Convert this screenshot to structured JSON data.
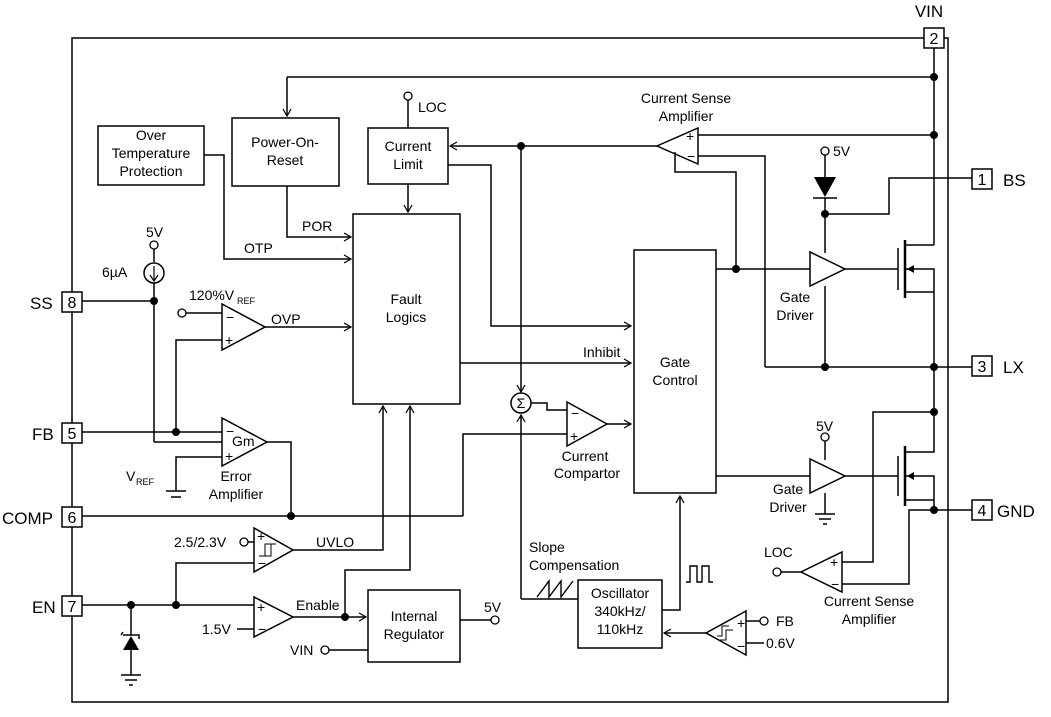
{
  "pins": {
    "vin": {
      "name": "VIN",
      "num": "2"
    },
    "bs": {
      "name": "BS",
      "num": "1"
    },
    "lx": {
      "name": "LX",
      "num": "3"
    },
    "gnd": {
      "name": "GND",
      "num": "4"
    },
    "ss": {
      "name": "SS",
      "num": "8"
    },
    "fb": {
      "name": "FB",
      "num": "5"
    },
    "comp": {
      "name": "COMP",
      "num": "6"
    },
    "en": {
      "name": "EN",
      "num": "7"
    }
  },
  "blocks": {
    "otp": [
      "Over",
      "Temperature",
      "Protection"
    ],
    "por": [
      "Power-On-",
      "Reset"
    ],
    "current_limit": [
      "Current",
      "Limit"
    ],
    "fault_logics": [
      "Fault",
      "Logics"
    ],
    "gate_control": [
      "Gate",
      "Control"
    ],
    "oscillator": [
      "Oscillator",
      "340kHz/",
      "110kHz"
    ],
    "internal_regulator": [
      "Internal",
      "Regulator"
    ]
  },
  "labels": {
    "loc_top": "LOC",
    "loc_bottom": "LOC",
    "csa_top": [
      "Current Sense",
      "Amplifier"
    ],
    "csa_bottom": [
      "Current Sense",
      "Amplifier"
    ],
    "v5_bs": "5V",
    "v5_ss": "5V",
    "v5_lower_driver": "5V",
    "v5_regulator": "5V",
    "i6ua": "6µA",
    "ref120_main": "120%V",
    "ref120_sub": "REF",
    "ovp": "OVP",
    "otp_sig": "OTP",
    "por_sig": "POR",
    "inhibit": "Inhibit",
    "gm": "Gm",
    "error_amp": [
      "Error",
      "Amplifier"
    ],
    "vref_main": "V",
    "vref_sub": "REF",
    "current_comparator": [
      "Current",
      "Compartor"
    ],
    "gate_driver_top": [
      "Gate",
      "Driver"
    ],
    "gate_driver_bottom": [
      "Gate",
      "Driver"
    ],
    "uvlo_thresh": "2.5/2.3V",
    "uvlo": "UVLO",
    "en_thresh": "1.5V",
    "enable": "Enable",
    "vin_reg": "VIN",
    "slope_comp": [
      "Slope",
      "Compensation"
    ],
    "fb_right": "FB",
    "v06": "0.6V",
    "sigma": "Σ"
  }
}
